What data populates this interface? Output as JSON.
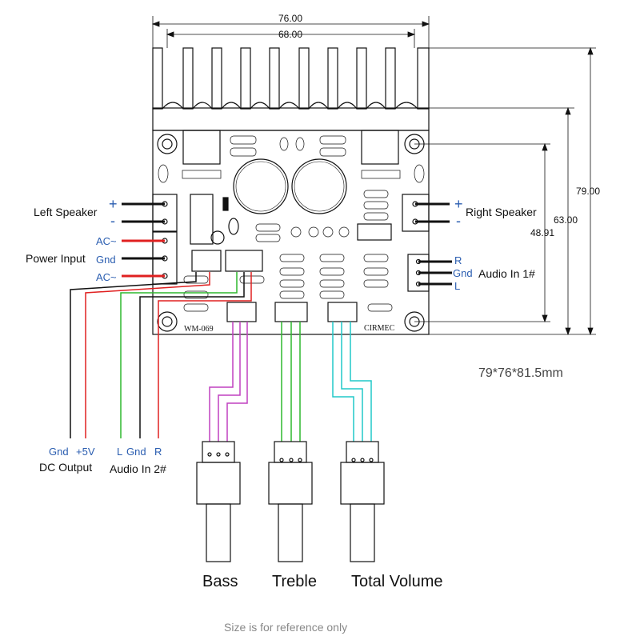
{
  "dimensions": {
    "width_76": "76.00",
    "width_68": "68.00",
    "height_79": "79.00",
    "height_63": "63.00",
    "height_48": "48.91"
  },
  "size_note": "79*76*81.5mm",
  "footer_note": "Size is for reference only",
  "left_speaker": {
    "label": "Left Speaker",
    "plus": "+",
    "minus": "-"
  },
  "right_speaker": {
    "label": "Right Speaker",
    "plus": "+",
    "minus": "-"
  },
  "power_input": {
    "label": "Power Input",
    "pins": [
      "AC~",
      "Gnd",
      "AC~"
    ]
  },
  "audio_in_1": {
    "label": "Audio In 1#",
    "pins": [
      "R",
      "Gnd",
      "L"
    ]
  },
  "dc_output": {
    "label": "DC Output",
    "pins": [
      "Gnd",
      "+5V"
    ]
  },
  "audio_in_2": {
    "label": "Audio In 2#",
    "pins": [
      "L",
      "Gnd",
      "R"
    ]
  },
  "pots": {
    "bass": "Bass",
    "treble": "Treble",
    "volume": "Total Volume"
  },
  "board": {
    "model": "WM-069",
    "brand": "CIRMEC"
  },
  "colors": {
    "wire_black": "#111111",
    "wire_red": "#e02020",
    "wire_green": "#2fb82f",
    "wire_magenta": "#c040c0",
    "wire_teal": "#20c8c8",
    "pin_label_blue": "#2a5db0"
  }
}
